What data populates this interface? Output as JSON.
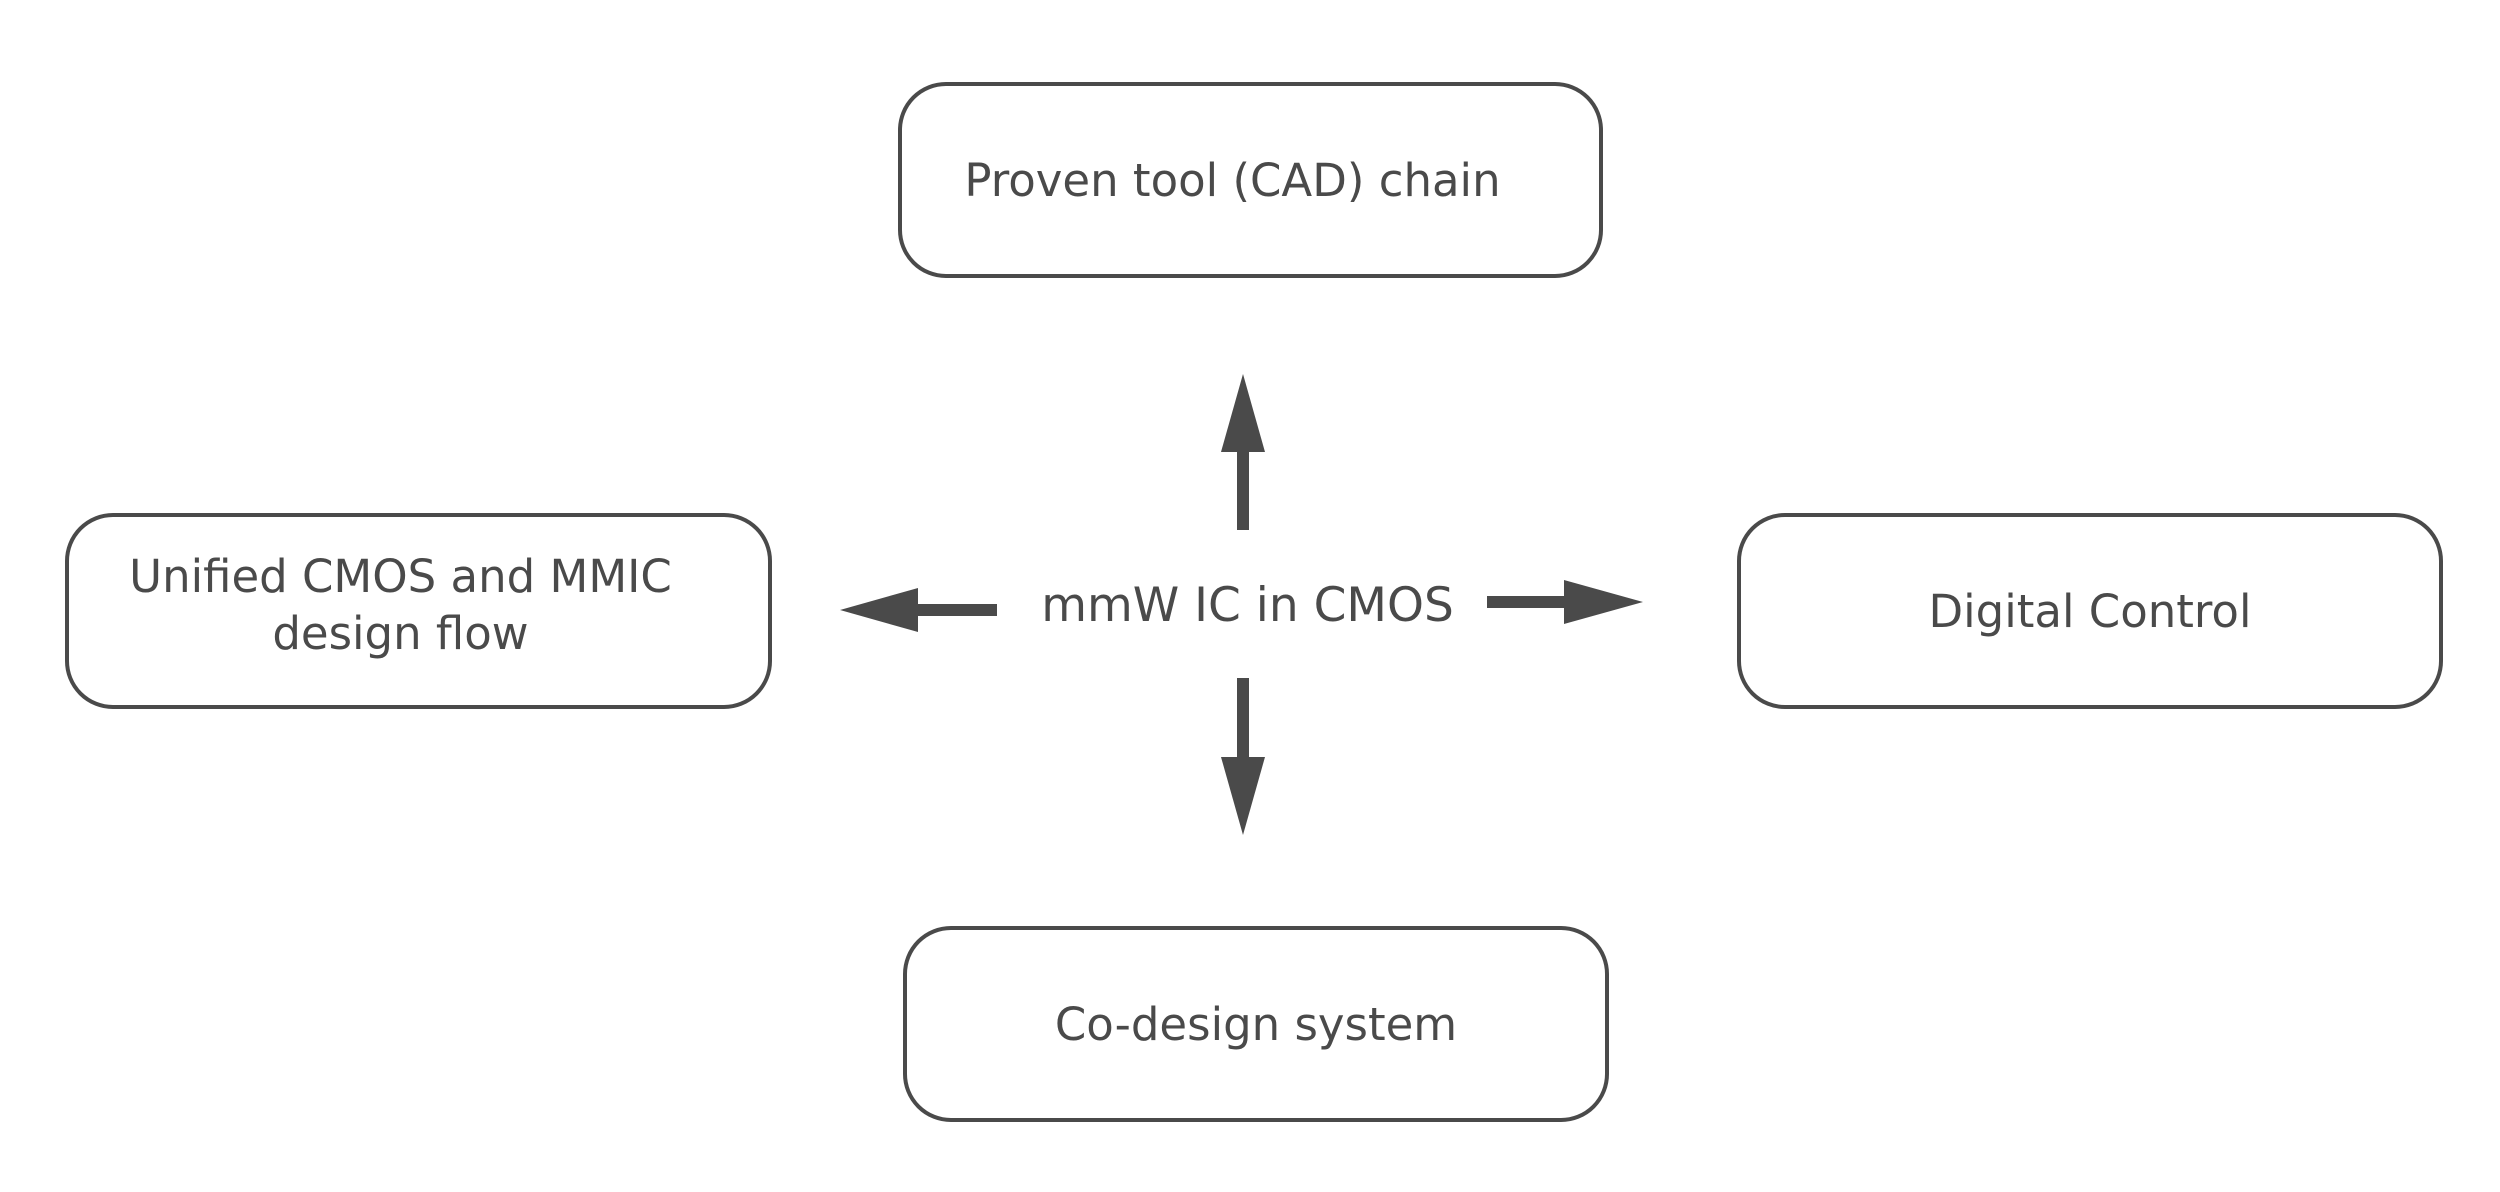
{
  "diagram": {
    "center": {
      "label": "mmW IC in CMOS"
    },
    "nodes": {
      "top": {
        "label": "Proven tool (CAD) chain"
      },
      "left": {
        "label_lines": [
          "Unified CMOS and MMIC",
          "design flow"
        ]
      },
      "right": {
        "label": "Digital Control"
      },
      "bottom": {
        "label": "Co-design system"
      }
    },
    "edges": [
      {
        "from": "center",
        "to": "top"
      },
      {
        "from": "center",
        "to": "left"
      },
      {
        "from": "center",
        "to": "right"
      },
      {
        "from": "center",
        "to": "bottom"
      }
    ],
    "colors": {
      "stroke": "#4a4a4a",
      "text": "#4a4a4a",
      "background": "#ffffff"
    }
  }
}
